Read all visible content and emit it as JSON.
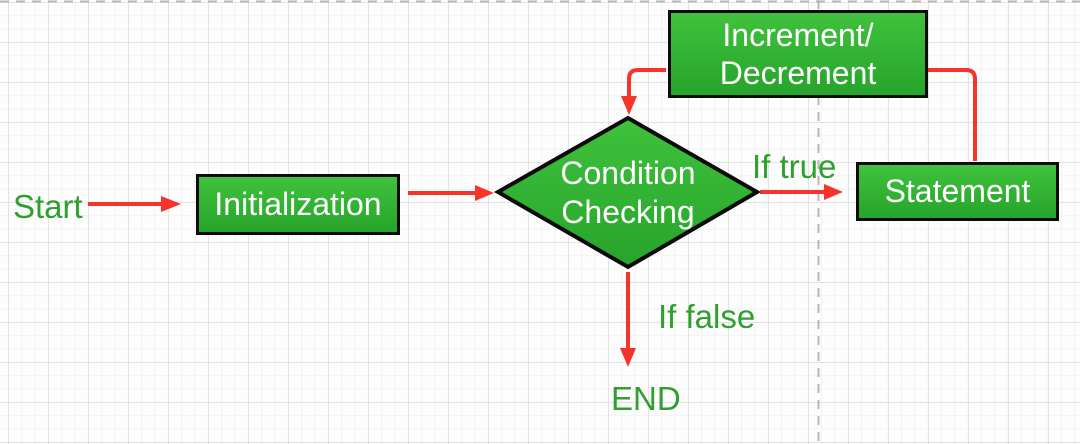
{
  "diagram": {
    "type": "flowchart",
    "nodes": {
      "initialization": {
        "label": "Initialization",
        "shape": "rectangle"
      },
      "condition_checking": {
        "line1": "Condition",
        "line2": "Checking",
        "shape": "diamond"
      },
      "increment_decrement": {
        "line1": "Increment/",
        "line2": "Decrement",
        "shape": "rectangle"
      },
      "statement": {
        "label": "Statement",
        "shape": "rectangle"
      }
    },
    "edge_labels": {
      "start": "Start",
      "if_true": "If true",
      "if_false": "If false",
      "end": "END"
    },
    "colors": {
      "node_fill_top": "#3fc23c",
      "node_fill_bottom": "#27a42b",
      "node_border": "#0b0b0b",
      "node_text": "#ffffff",
      "arrow": "#f7332c",
      "edge_label_text": "#2fa02f",
      "grid_minor": "#f2f2f2",
      "grid_major": "#e3e3e3",
      "page_break_dash": "#b8b8b8"
    }
  }
}
